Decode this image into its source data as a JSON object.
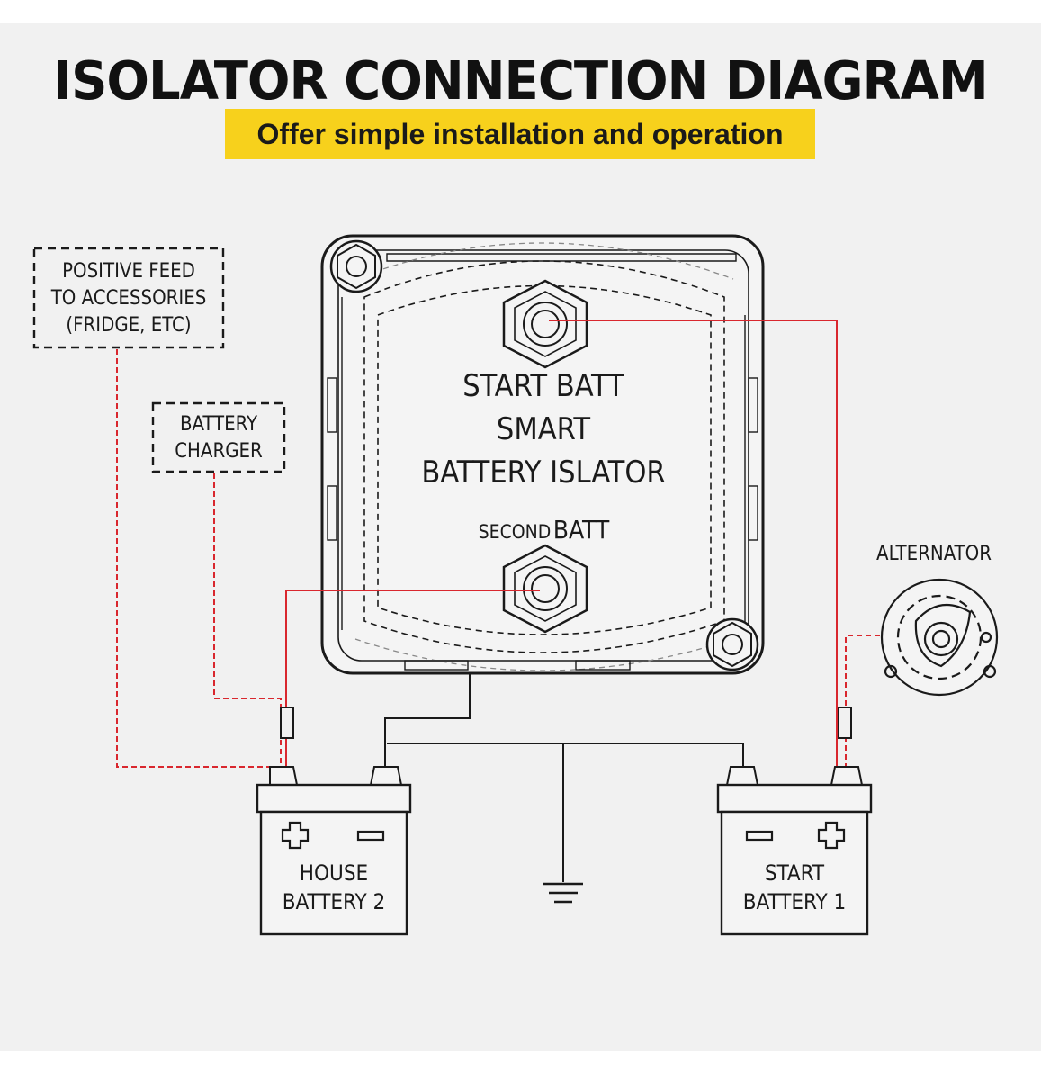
{
  "title": "ISOLATOR CONNECTION DIAGRAM",
  "subtitle": "Offer simple installation and operation",
  "accent_color": "#f7d11c",
  "wire_color": "#d9272e",
  "isolator": {
    "line1": "START  BATT",
    "line2": "SMART",
    "line3": "BATTERY  ISLATOR",
    "second_prefix": "SECOND",
    "second_suffix": "BATT"
  },
  "boxes": {
    "positive_feed": [
      "POSITIVE  FEED",
      "TO  ACCESSORIES",
      "(FRIDGE, ETC)"
    ],
    "battery_charger": [
      "BATTERY",
      "CHARGER"
    ]
  },
  "alternator_label": "ALTERNATOR",
  "house_battery": {
    "line1": "HOUSE",
    "line2": "BATTERY  2",
    "terminals": [
      "plus-icon",
      "minus-icon"
    ]
  },
  "start_battery": {
    "line1": "START",
    "line2": "BATTERY  1",
    "terminals": [
      "minus-icon",
      "plus-icon"
    ]
  },
  "icons": [
    "hex-nut-icon",
    "mount-bolt-icon",
    "alternator-icon",
    "ground-symbol-icon",
    "inline-fuse-icon"
  ]
}
